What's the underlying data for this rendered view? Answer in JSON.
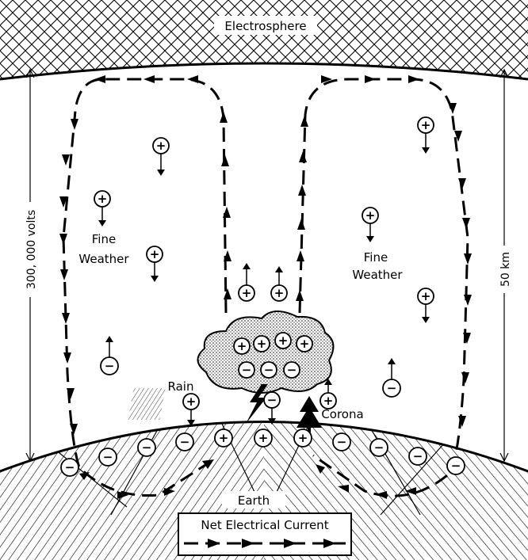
{
  "labels": {
    "electrosphere": "Electrosphere",
    "fine_weather_left_1": "Fine",
    "fine_weather_left_2": "Weather",
    "fine_weather_right_1": "Fine",
    "fine_weather_right_2": "Weather",
    "rain": "Rain",
    "corona": "Corona",
    "earth": "Earth",
    "voltage": "300, 000 volts",
    "height": "50 km"
  },
  "legend": {
    "title": "Net Electrical Current"
  },
  "charge_symbols": {
    "positive": "+",
    "negative": "−"
  }
}
